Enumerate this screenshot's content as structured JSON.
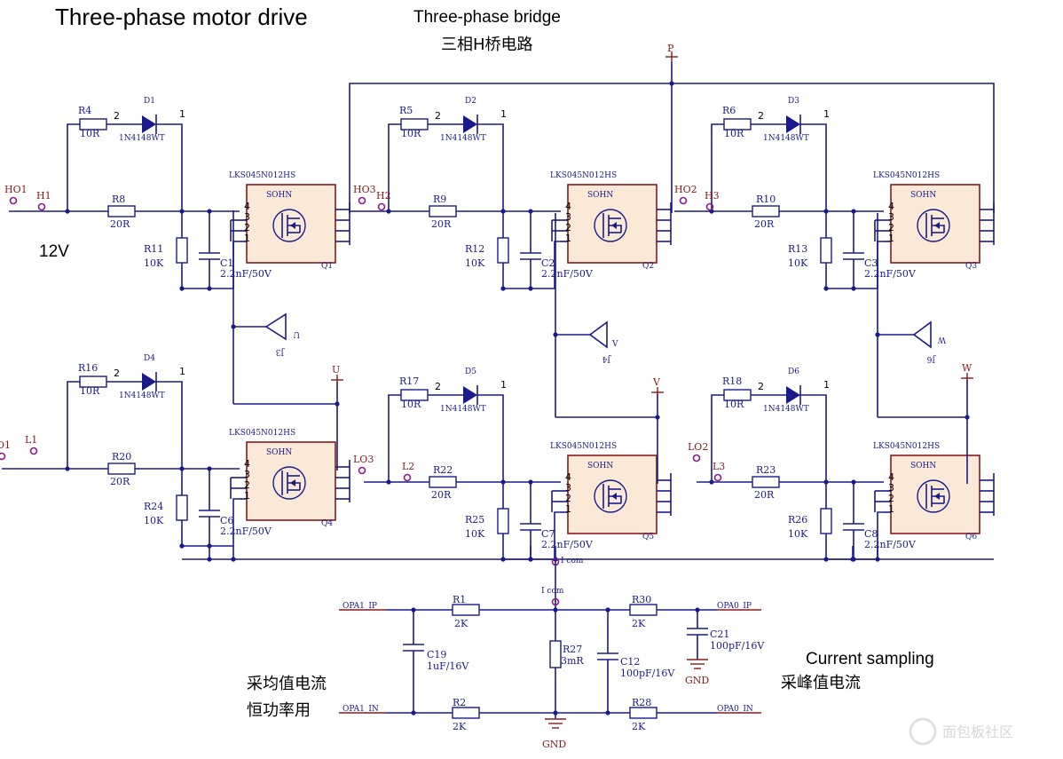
{
  "header": {
    "title": "Three-phase motor drive",
    "bridge_en": "Three-phase bridge",
    "bridge_cn": "三相H桥电路",
    "supply": "12V"
  },
  "sampling": {
    "title_en": "Current sampling",
    "peak_cn": "采峰值电流",
    "avg_cn": "采均值电流",
    "power_cn": "恒功率用"
  },
  "watermark": "面包板社区",
  "nets": {
    "P": "P",
    "U": "U",
    "V": "V",
    "W": "W",
    "Icom": "I com",
    "GND": "GND",
    "opa1_ip": "OPA1_IP",
    "opa1_in": "OPA1_IN",
    "opa0_ip": "OPA0_IP",
    "opa0_in": "OPA0_IN"
  },
  "inputs": [
    "HO1",
    "H1",
    "HO3",
    "H2",
    "HO2",
    "H3",
    "L1",
    "LO3",
    "L2",
    "LO2",
    "L3",
    "O1"
  ],
  "test_points": [
    {
      "flag": "U",
      "ref": "J3"
    },
    {
      "flag": "V",
      "ref": "J4"
    },
    {
      "flag": "W",
      "ref": "J6"
    }
  ],
  "cells": [
    {
      "fet": "Q1",
      "r_top": "R4",
      "r_top_v": "10R",
      "d": "D1",
      "d_v": "1N4148WT",
      "r_g": "R8",
      "r_g_v": "20R",
      "r_pd": "R11",
      "r_pd_v": "10K",
      "c": "C1",
      "c_v": "2.2nF/50V"
    },
    {
      "fet": "Q2",
      "r_top": "R5",
      "r_top_v": "10R",
      "d": "D2",
      "d_v": "1N4148WT",
      "r_g": "R9",
      "r_g_v": "20R",
      "r_pd": "R12",
      "r_pd_v": "10K",
      "c": "C2",
      "c_v": "2.2nF/50V"
    },
    {
      "fet": "Q3",
      "r_top": "R6",
      "r_top_v": "10R",
      "d": "D3",
      "d_v": "1N4148WT",
      "r_g": "R10",
      "r_g_v": "20R",
      "r_pd": "R13",
      "r_pd_v": "10K",
      "c": "C3",
      "c_v": "2.2nF/50V"
    },
    {
      "fet": "Q4",
      "r_top": "R16",
      "r_top_v": "10R",
      "d": "D4",
      "d_v": "1N4148WT",
      "r_g": "R20",
      "r_g_v": "20R",
      "r_pd": "R24",
      "r_pd_v": "10K",
      "c": "C6",
      "c_v": "2.2nF/50V"
    },
    {
      "fet": "Q5",
      "r_top": "R17",
      "r_top_v": "10R",
      "d": "D5",
      "d_v": "1N4148WT",
      "r_g": "R22",
      "r_g_v": "20R",
      "r_pd": "R25",
      "r_pd_v": "10K",
      "c": "C7",
      "c_v": "2.2nF/50V"
    },
    {
      "fet": "Q6",
      "r_top": "R18",
      "r_top_v": "10R",
      "d": "D6",
      "d_v": "1N4148WT",
      "r_g": "R23",
      "r_g_v": "20R",
      "r_pd": "R26",
      "r_pd_v": "10K",
      "c": "C8",
      "c_v": "2.2nF/50V"
    }
  ],
  "fet_part": "LKS045N012HS",
  "fet_body": "SOHN",
  "pins": [
    "1",
    "2",
    "3",
    "4"
  ],
  "sense": [
    {
      "ref": "R1",
      "val": "2K"
    },
    {
      "ref": "R2",
      "val": "2K"
    },
    {
      "ref": "R27",
      "val": "3mR"
    },
    {
      "ref": "R30",
      "val": "2K"
    },
    {
      "ref": "R28",
      "val": "2K"
    },
    {
      "ref": "C19",
      "val": "1uF/16V"
    },
    {
      "ref": "C12",
      "val": "100pF/16V"
    },
    {
      "ref": "C21",
      "val": "100pF/16V"
    }
  ]
}
